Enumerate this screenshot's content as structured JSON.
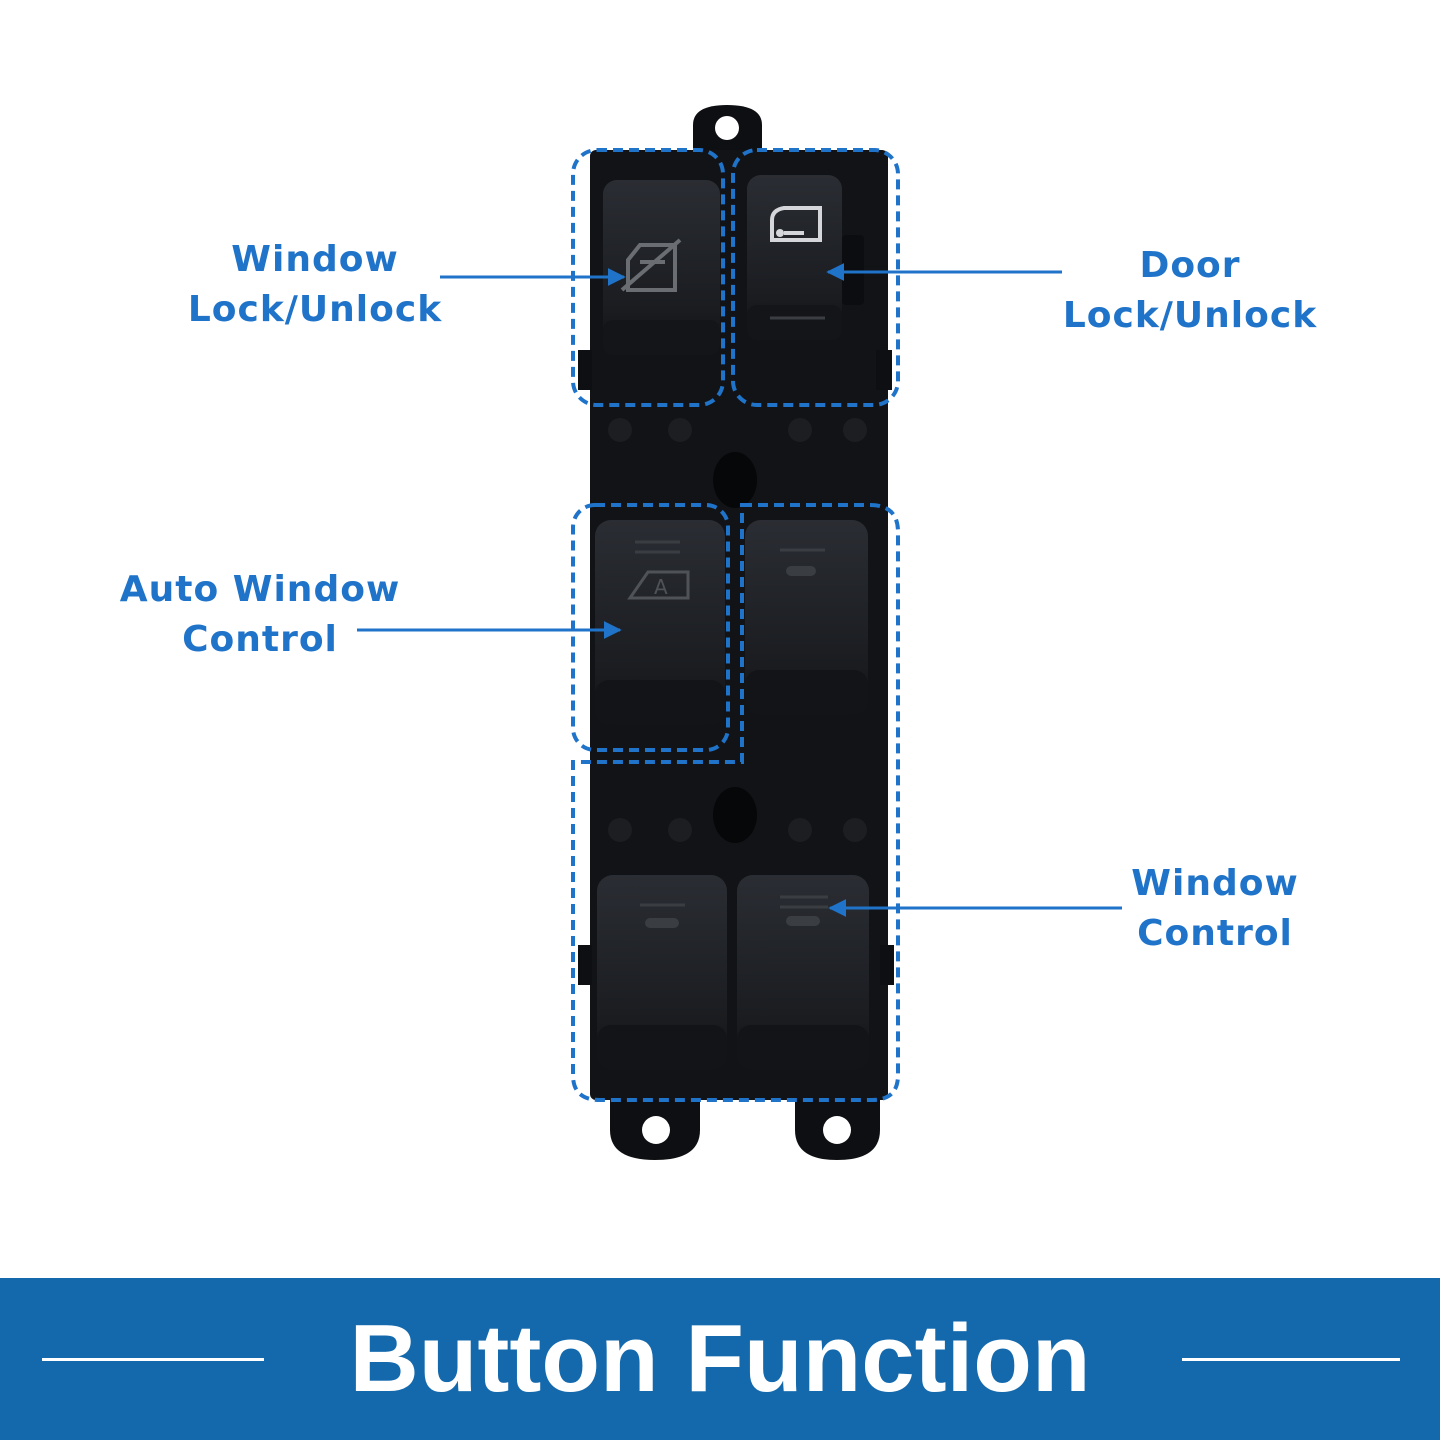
{
  "colors": {
    "accent": "#1f73c9",
    "banner": "#1469ad",
    "switch_body": "#111316",
    "button": "#1b1d21"
  },
  "callouts": {
    "window_lock": {
      "line1": "Window",
      "line2": "Lock/Unlock",
      "icon": "window-lock-icon"
    },
    "door_lock": {
      "line1": "Door",
      "line2": "Lock/Unlock",
      "icon": "door-key-icon"
    },
    "auto_window": {
      "line1": "Auto Window",
      "line2": "Control",
      "icon": "auto-window-a-icon"
    },
    "window_control": {
      "line1": "Window",
      "line2": "Control"
    }
  },
  "banner": {
    "title": "Button Function"
  }
}
